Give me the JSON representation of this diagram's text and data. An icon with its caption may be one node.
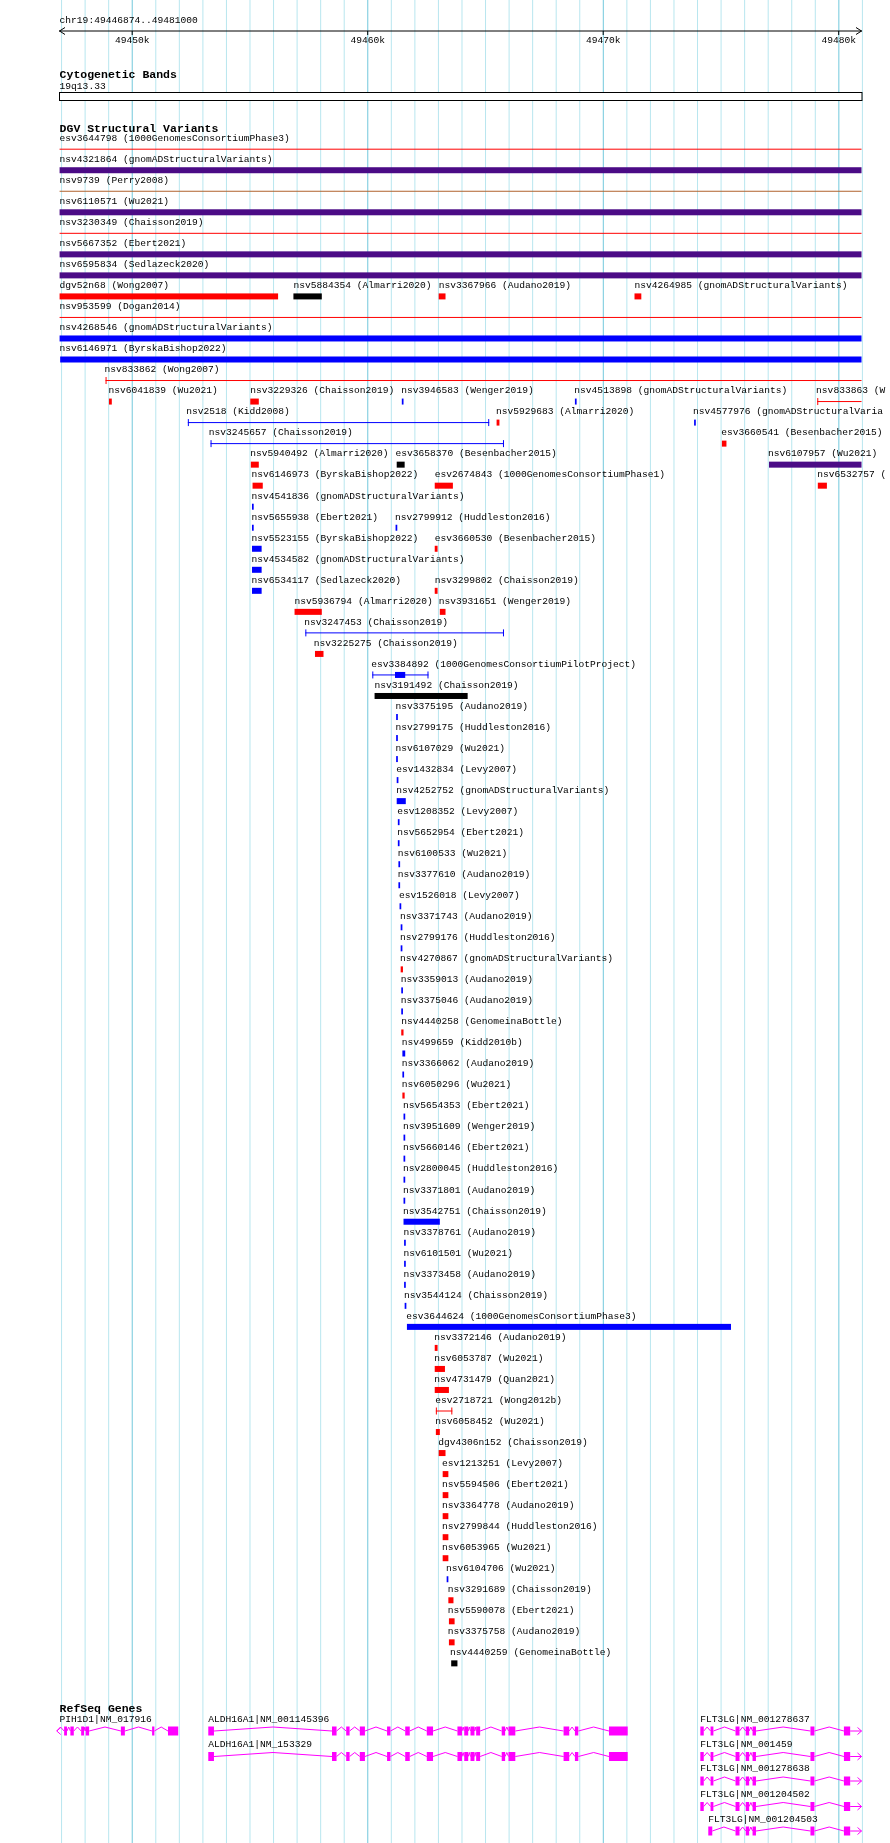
{
  "diagram": {
    "labels": [
      "chr19:49446874..49481000",
      "49450k",
      "49460k",
      "49470k",
      "49480k",
      "Cytogenetic Bands",
      "19q13.33",
      "DGV Structural Variants",
      "esv3644798 (1000GenomesConsortiumPhase3)",
      "nsv4321864 (gnomADStructuralVariants)",
      "nsv9739 (Perry2008)",
      "nsv6110571 (Wu2021)",
      "nsv3230349 (Chaisson2019)",
      "nsv5667352 (Ebert2021)",
      "nsv6595834 (Sedlazeck2020)",
      "dgv52n68 (Wong2007)",
      "nsv5884354 (Almarri2020)",
      "nsv3367966 (Audano2019)",
      "nsv4264985 (gnomADStructuralVariants)",
      "nsv953599 (Dogan2014)",
      "nsv4268546 (gnomADStructuralVariants)",
      "nsv6146971 (ByrskaBishop2022)",
      "nsv833862 (Wong2007)",
      "nsv6041839 (Wu2021)",
      "nsv3229326 (Chaisson2019)",
      "nsv3946583 (Wenger2019)",
      "nsv4513898 (gnomADStructuralVariants)",
      "nsv833863 (W",
      "nsv2518 (Kidd2008)",
      "nsv5929683 (Almarri2020)",
      "nsv4577976 (gnomADStructuralVaria",
      "nsv3245657 (Chaisson2019)",
      "esv3660541 (Besenbacher2015)",
      "nsv5940492 (Almarri2020)",
      "esv3658370 (Besenbacher2015)",
      "nsv6107957 (Wu2021)",
      "nsv6146973 (ByrskaBishop2022)",
      "esv2674843 (1000GenomesConsortiumPhase1)",
      "nsv6532757 (",
      "nsv4541836 (gnomADStructuralVariants)",
      "nsv5655938 (Ebert2021)",
      "nsv2799912 (Huddleston2016)",
      "nsv5523155 (ByrskaBishop2022)",
      "esv3660530 (Besenbacher2015)",
      "nsv4534582 (gnomADStructuralVariants)",
      "nsv6534117 (Sedlazeck2020)",
      "nsv3299802 (Chaisson2019)",
      "nsv5936794 (Almarri2020)",
      "nsv3931651 (Wenger2019)",
      "nsv3247453 (Chaisson2019)",
      "nsv3225275 (Chaisson2019)",
      "esv3384892 (1000GenomesConsortiumPilotProject)",
      "nsv3191492 (Chaisson2019)",
      "nsv3375195 (Audano2019)",
      "nsv2799175 (Huddleston2016)",
      "nsv6107029 (Wu2021)",
      "esv1432834 (Levy2007)",
      "nsv4252752 (gnomADStructuralVariants)",
      "esv1208352 (Levy2007)",
      "nsv5652954 (Ebert2021)",
      "nsv6100533 (Wu2021)",
      "nsv3377610 (Audano2019)",
      "esv1526018 (Levy2007)",
      "nsv3371743 (Audano2019)",
      "nsv2799176 (Huddleston2016)",
      "nsv4270867 (gnomADStructuralVariants)",
      "nsv3359013 (Audano2019)",
      "nsv3375046 (Audano2019)",
      "nsv4440258 (GenomeinaBottle)",
      "nsv499659 (Kidd2010b)",
      "nsv3366062 (Audano2019)",
      "nsv6050296 (Wu2021)",
      "nsv5654353 (Ebert2021)",
      "nsv3951609 (Wenger2019)",
      "nsv5660146 (Ebert2021)",
      "nsv2800045 (Huddleston2016)",
      "nsv3371801 (Audano2019)",
      "nsv3542751 (Chaisson2019)",
      "nsv3378761 (Audano2019)",
      "nsv6101501 (Wu2021)",
      "nsv3373458 (Audano2019)",
      "nsv3544124 (Chaisson2019)",
      "esv3644624 (1000GenomesConsortiumPhase3)",
      "nsv3372146 (Audano2019)",
      "nsv6053787 (Wu2021)",
      "nsv4731479 (Quan2021)",
      "esv2718721 (Wong2012b)",
      "nsv6058452 (Wu2021)",
      "dgv4306n152 (Chaisson2019)",
      "esv1213251 (Levy2007)",
      "nsv5594506 (Ebert2021)",
      "nsv3364778 (Audano2019)",
      "nsv2799844 (Huddleston2016)",
      "nsv6053965 (Wu2021)",
      "nsv6104706 (Wu2021)",
      "nsv3291689 (Chaisson2019)",
      "nsv5590078 (Ebert2021)",
      "nsv3375758 (Audano2019)",
      "nsv4440259 (GenomeinaBottle)",
      "RefSeq Genes",
      "PIH1D1|NM_017916",
      "ALDH16A1|NM_001145396",
      "FLT3LG|NM_001278637",
      "ALDH16A1|NM_153329",
      "FLT3LG|NM_001459",
      "FLT3LG|NM_001278638",
      "FLT3LG|NM_001204502",
      "FLT3LG|NM_001204503"
    ]
  }
}
